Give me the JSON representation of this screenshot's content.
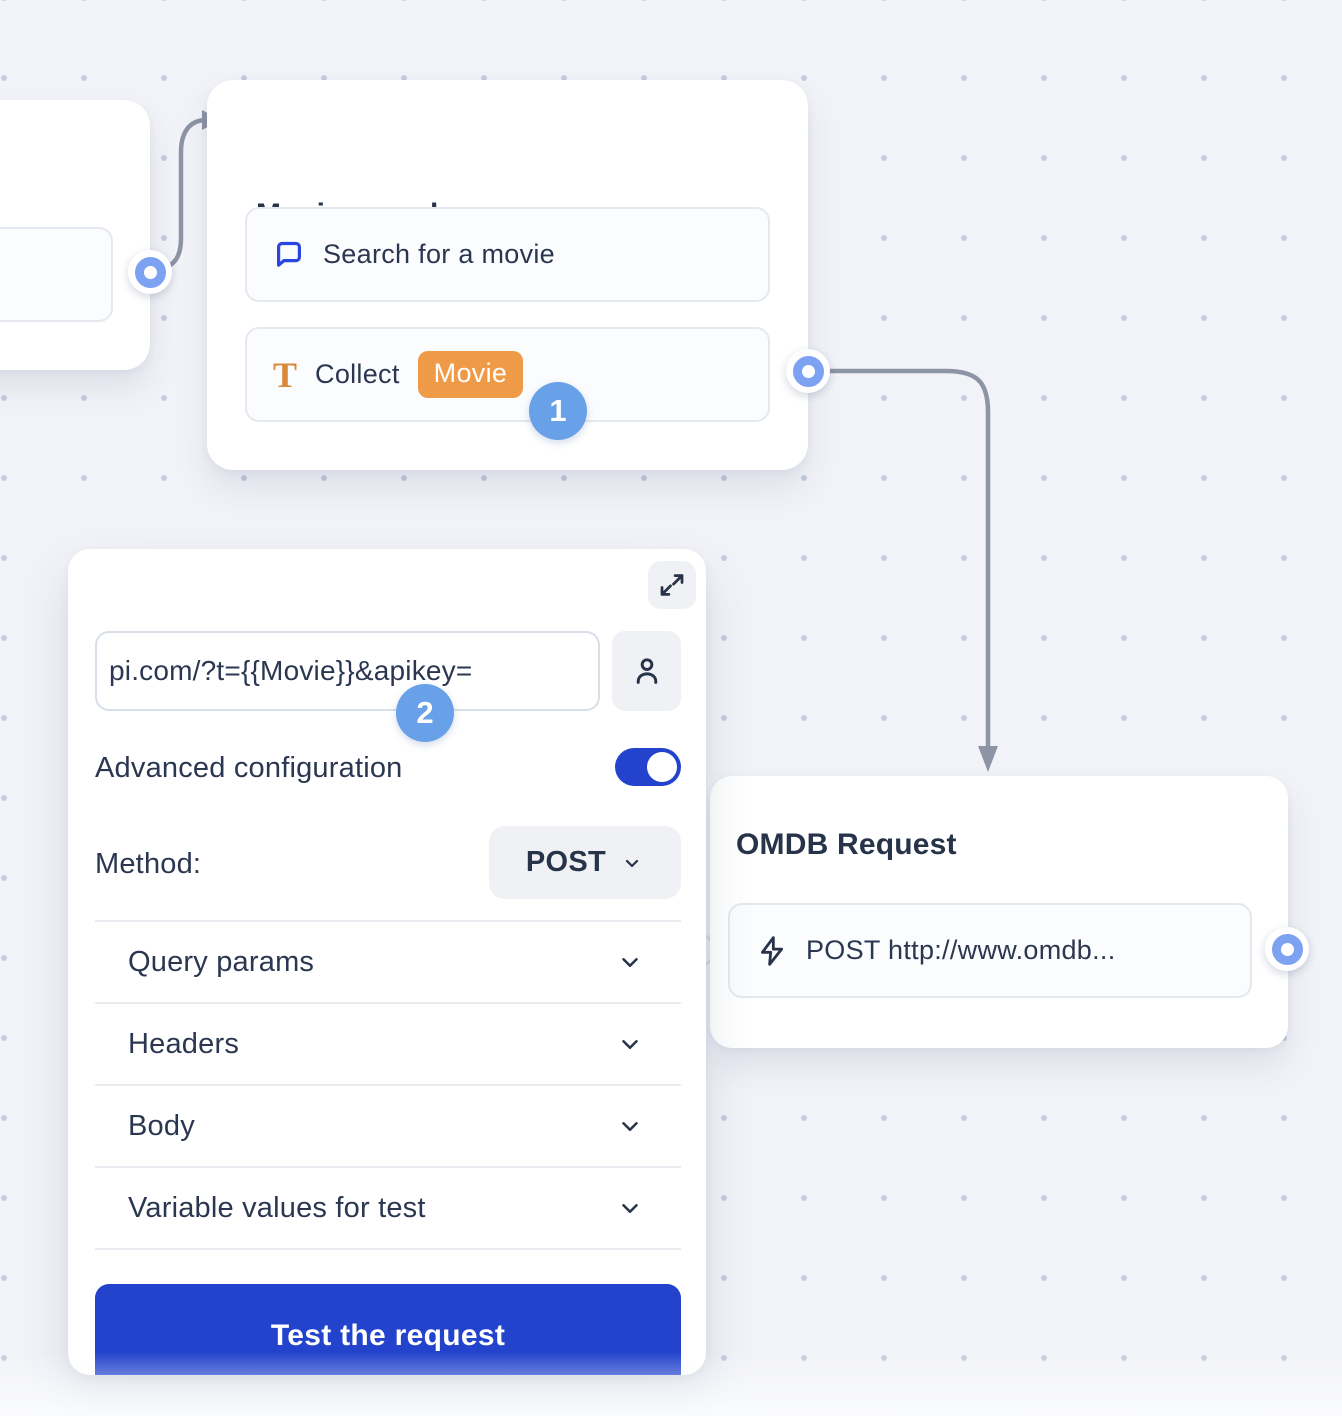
{
  "canvas": {
    "background_color": "#f2f3f8",
    "dot_color": "#c4cbdc",
    "connector_color": "#8d94a6"
  },
  "colors": {
    "accent_blue": "#2443cd",
    "icon_blue": "#2945e3",
    "step_badge_blue": "#68a1e8",
    "port_blue": "#7da2f2",
    "variable_orange": "#ee9a46",
    "text_navy": "#2b3750"
  },
  "nodes": {
    "movie_search": {
      "title": "Movie search",
      "items": [
        {
          "icon": "chat-bubble-icon",
          "label": "Search for a movie"
        },
        {
          "icon": "text-collect-icon",
          "label": "Collect",
          "variable_badge": "Movie"
        }
      ],
      "step_badge": "1"
    },
    "omdb_request": {
      "title": "OMDB Request",
      "item": {
        "icon": "lightning-icon",
        "label": "POST http://www.omdb..."
      }
    }
  },
  "panel": {
    "url_input": {
      "value": "pi.com/?t={{Movie}}&apikey="
    },
    "step_badge": "2",
    "advanced_configuration_label": "Advanced configuration",
    "advanced_configuration_enabled": true,
    "method_label": "Method:",
    "method_value": "POST",
    "sections": [
      "Query params",
      "Headers",
      "Body",
      "Variable values for test"
    ],
    "test_button_label": "Test the request"
  }
}
